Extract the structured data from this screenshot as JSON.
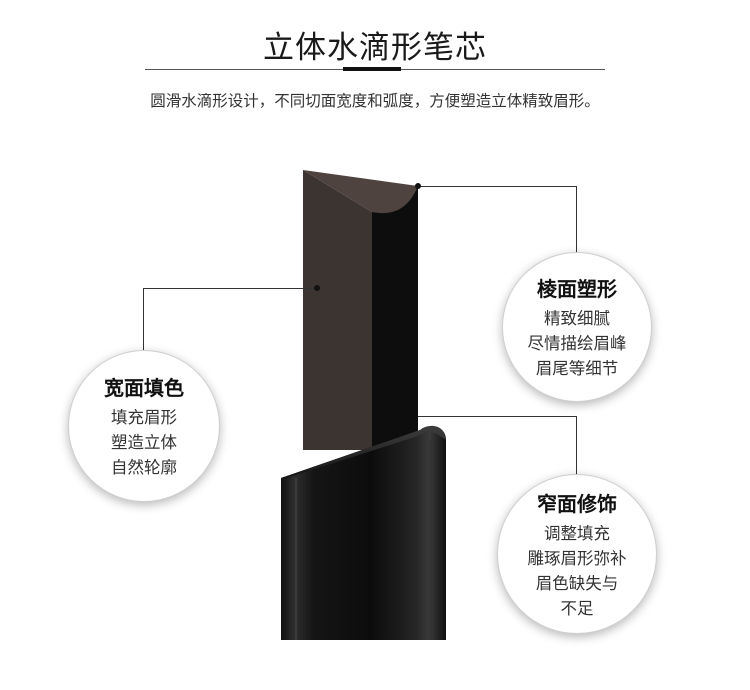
{
  "header": {
    "title": "立体水滴形笔芯",
    "subtitle": "圆滑水滴形设计，不同切面宽度和弧度，方便塑造立体精致眉形。"
  },
  "callouts": {
    "wide": {
      "title": "宽面填色",
      "lines": [
        "填充眉形",
        "塑造立体",
        "自然轮廓"
      ]
    },
    "edge": {
      "title": "棱面塑形",
      "lines": [
        "精致细腻",
        "尽情描绘眉峰",
        "眉尾等细节"
      ]
    },
    "narrow": {
      "title": "窄面修饰",
      "lines": [
        "调整填充",
        "雕琢眉形弥补",
        "眉色缺失与",
        "不足"
      ]
    }
  },
  "colors": {
    "lead_face": "#3b3431",
    "lead_dark": "#0d0d0d",
    "tip_brown": "#4f433f",
    "barrel": "#141414"
  }
}
